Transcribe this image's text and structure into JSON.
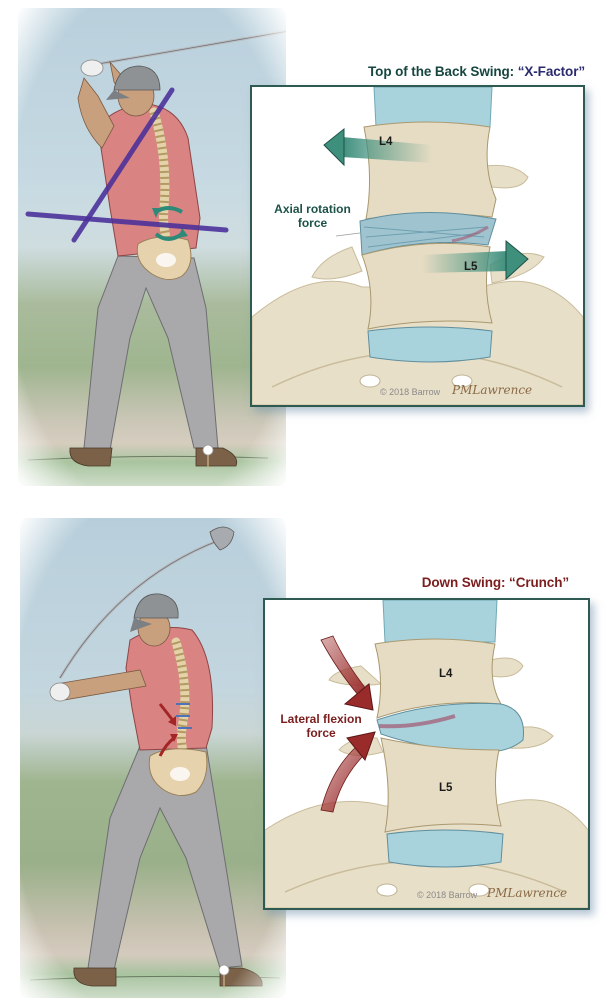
{
  "panels": [
    {
      "id": "back-swing",
      "title_prefix": "Top of the Back Swing: ",
      "title_accent": "“X-Factor”",
      "title_color": "#16463f",
      "accent_color": "#2a2a6e",
      "force_label_line1": "Axial rotation",
      "force_label_line2": "force",
      "force_color": "#1d5248",
      "arrow_color": "#3f8f7d",
      "vertebra_upper": "L4",
      "vertebra_lower": "L5",
      "copyright": "© 2018 Barrow",
      "signature": "PMLawrence",
      "scene": {
        "description": "Golfer at top of back swing with spine overlay and purple shoulder/hip lines",
        "overlay_line_color": "#4a2f9a",
        "rotation_arrow_color": "#2e8a78"
      }
    },
    {
      "id": "down-swing",
      "title_prefix": "Down Swing: ",
      "title_accent": "“Crunch”",
      "title_color": "#7a1e1e",
      "force_label_line1": "Lateral flexion",
      "force_label_line2": "force",
      "force_color": "#7a1e1e",
      "arrow_color": "#a33a3a",
      "vertebra_upper": "L4",
      "vertebra_lower": "L5",
      "copyright": "© 2018 Barrow",
      "signature": "PMLawrence",
      "scene": {
        "description": "Golfer in down swing with spine overlay and red flexion arrows",
        "flexion_arrow_color": "#a32525"
      }
    }
  ],
  "colors": {
    "inset_border": "#2e5a52",
    "bone": "#e8dfc8",
    "bone_shadow": "#c9bc9c",
    "disc": "#a9d3dc",
    "disc_dark": "#6fa9b8",
    "shirt": "#d98383",
    "pants": "#a9a9ab",
    "skin": "#c9a07e",
    "cap": "#8f9295"
  }
}
